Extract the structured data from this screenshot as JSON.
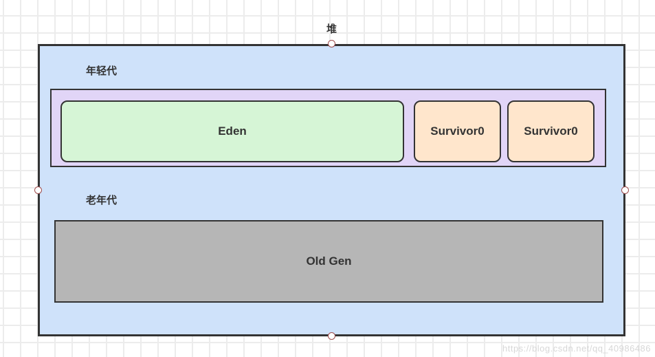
{
  "diagram": {
    "title": "堆",
    "young_gen": {
      "label": "年轻代",
      "eden": {
        "label": "Eden"
      },
      "survivors": [
        {
          "label": "Survivor0"
        },
        {
          "label": "Survivor0"
        }
      ]
    },
    "old_gen": {
      "label": "老年代",
      "block": {
        "label": "Old Gen"
      }
    }
  },
  "watermark": "https://blog.csdn.net/qq_40986486",
  "colors": {
    "heap_fill": "#cfe2fa",
    "young_container_fill": "#e1d5f7",
    "eden_fill": "#d6f5d6",
    "survivor_fill": "#ffe6cc",
    "old_gen_fill": "#b6b6b6",
    "border": "#333333",
    "connector_ring": "#9e4b4b"
  }
}
